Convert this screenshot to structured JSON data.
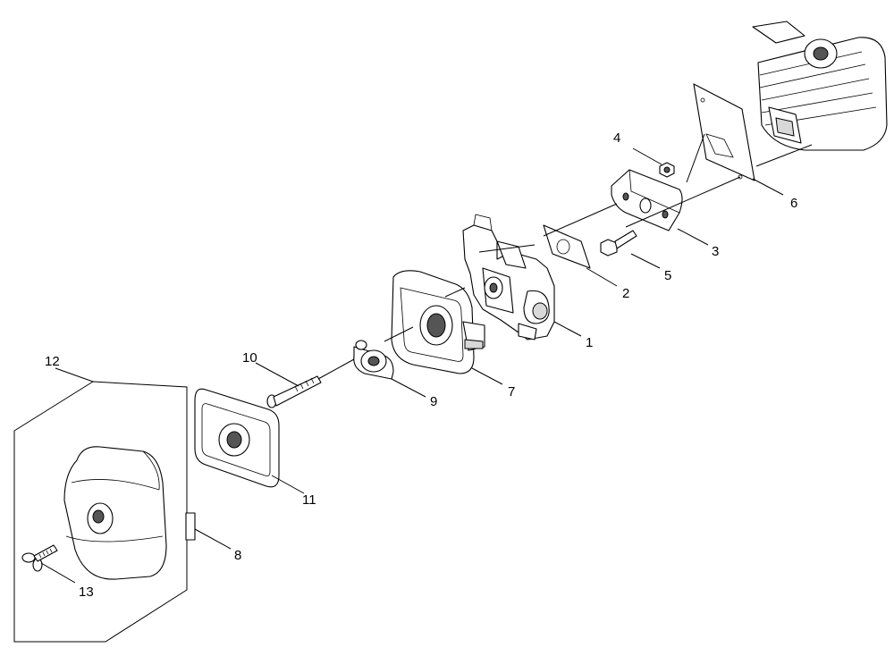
{
  "callouts": [
    {
      "id": "1",
      "part": "carburetor"
    },
    {
      "id": "2",
      "part": "gasket"
    },
    {
      "id": "3",
      "part": "insulator"
    },
    {
      "id": "4",
      "part": "nut"
    },
    {
      "id": "5",
      "part": "bolt"
    },
    {
      "id": "6",
      "part": "gasket"
    },
    {
      "id": "7",
      "part": "air-cleaner-case"
    },
    {
      "id": "8",
      "part": "label"
    },
    {
      "id": "9",
      "part": "primer"
    },
    {
      "id": "10",
      "part": "long-bolt"
    },
    {
      "id": "11",
      "part": "air-filter"
    },
    {
      "id": "12",
      "part": "air-cleaner-cover-assembly"
    },
    {
      "id": "13",
      "part": "wing-knob"
    }
  ]
}
